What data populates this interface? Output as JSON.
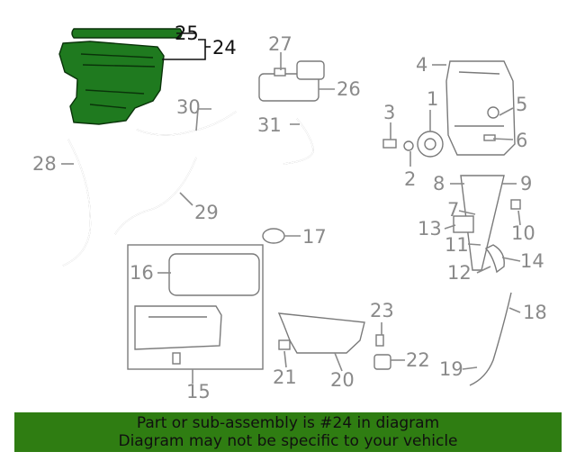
{
  "diagram": {
    "callouts": {
      "c1": "1",
      "c2": "2",
      "c3": "3",
      "c4": "4",
      "c5": "5",
      "c6": "6",
      "c7": "7",
      "c8": "8",
      "c9": "9",
      "c10": "10",
      "c11": "11",
      "c12": "12",
      "c13": "13",
      "c14": "14",
      "c15": "15",
      "c16": "16",
      "c17": "17",
      "c18": "18",
      "c19": "19",
      "c20": "20",
      "c21": "21",
      "c22": "22",
      "c23": "23",
      "c24": "24",
      "c25": "25",
      "c26": "26",
      "c27": "27",
      "c28": "28",
      "c29": "29",
      "c30": "30",
      "c31": "31"
    },
    "highlighted_part": "24",
    "colors": {
      "highlight_fill": "#1f7a1f",
      "line": "#7a7a7a",
      "banner_bg": "#2f7d12"
    }
  },
  "banner": {
    "line1": "Part or sub-assembly is #24 in diagram",
    "line2": "Diagram may not be specific to your vehicle"
  }
}
